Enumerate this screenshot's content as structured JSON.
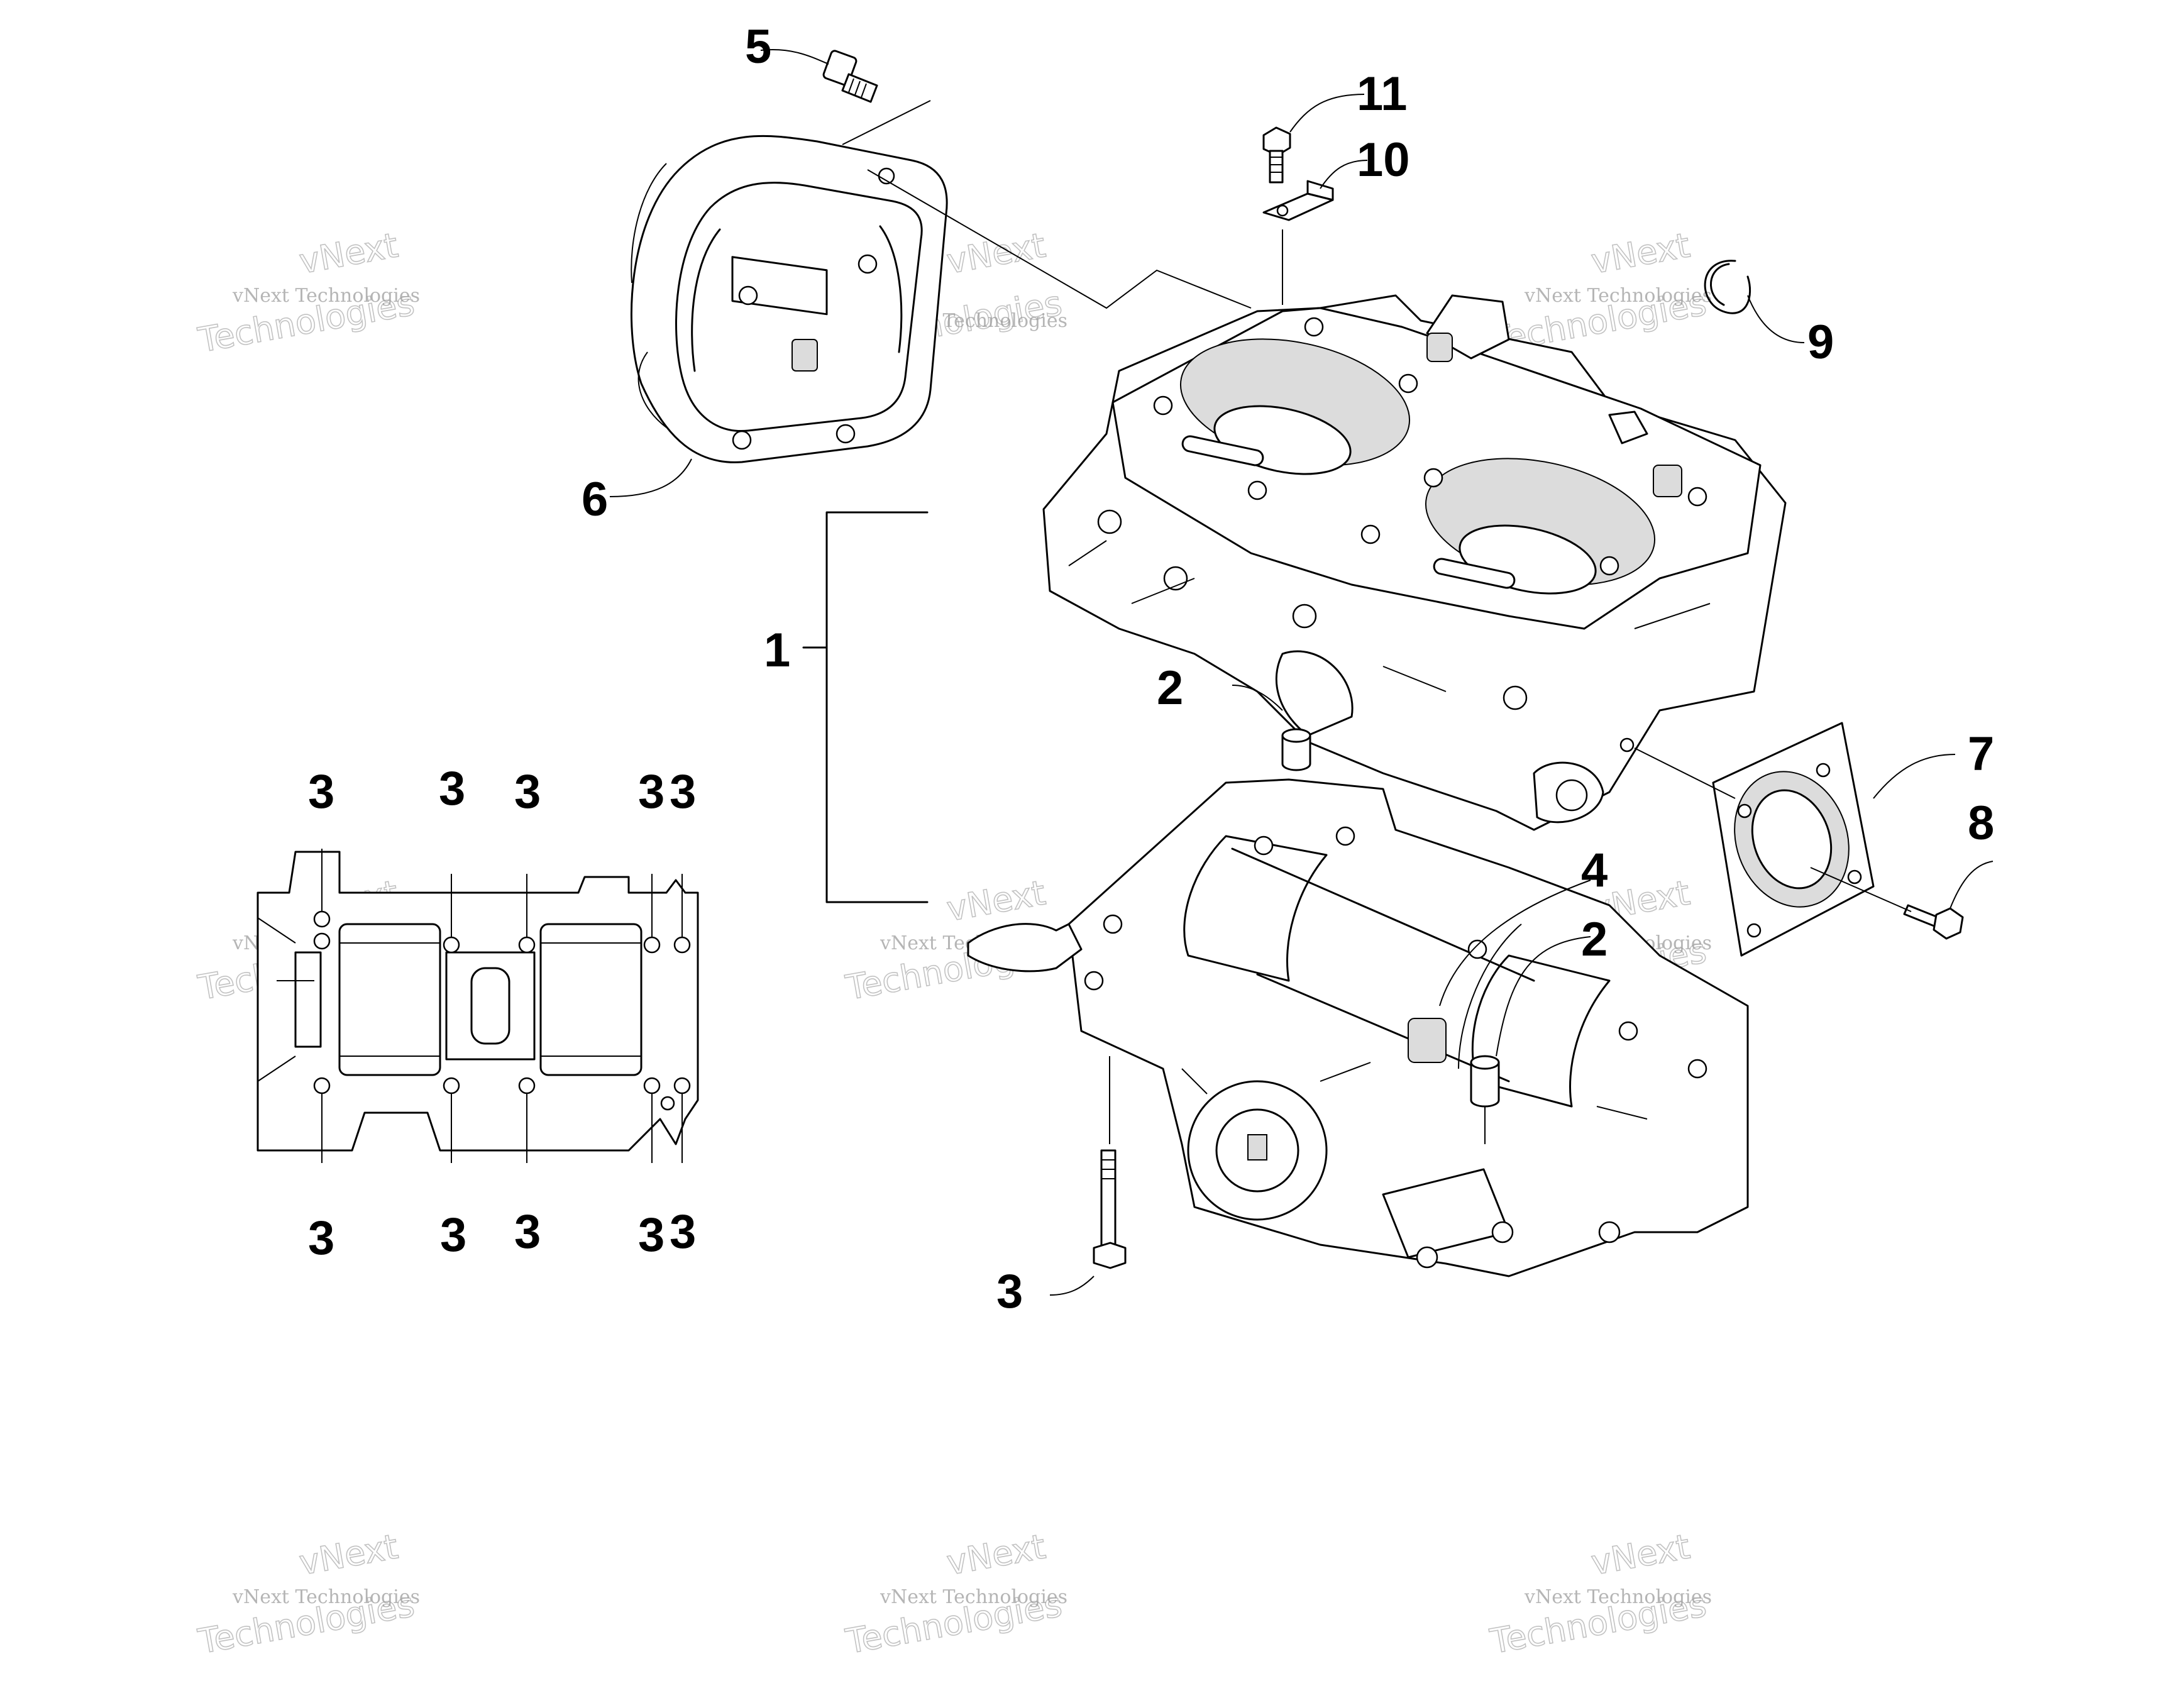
{
  "callouts": [
    {
      "id": "c5",
      "text": "5"
    },
    {
      "id": "c11",
      "text": "11"
    },
    {
      "id": "c10",
      "text": "10"
    },
    {
      "id": "c9",
      "text": "9"
    },
    {
      "id": "c6",
      "text": "6"
    },
    {
      "id": "c1",
      "text": "1"
    },
    {
      "id": "c2a",
      "text": "2"
    },
    {
      "id": "c7",
      "text": "7"
    },
    {
      "id": "c8",
      "text": "8"
    },
    {
      "id": "c4",
      "text": "4"
    },
    {
      "id": "c2b",
      "text": "2"
    },
    {
      "id": "c3main",
      "text": "3"
    },
    {
      "id": "c3t1",
      "text": "3"
    },
    {
      "id": "c3t2",
      "text": "3"
    },
    {
      "id": "c3t3",
      "text": "3"
    },
    {
      "id": "c3t4",
      "text": "3"
    },
    {
      "id": "c3t5",
      "text": "3"
    },
    {
      "id": "c3b1",
      "text": "3"
    },
    {
      "id": "c3b2",
      "text": "3"
    },
    {
      "id": "c3b3",
      "text": "3"
    },
    {
      "id": "c3b4",
      "text": "3"
    },
    {
      "id": "c3b5",
      "text": "3"
    }
  ],
  "watermark": {
    "line1": "vNext Technologies",
    "line2a": "vNext",
    "line2b": "Technologies"
  }
}
